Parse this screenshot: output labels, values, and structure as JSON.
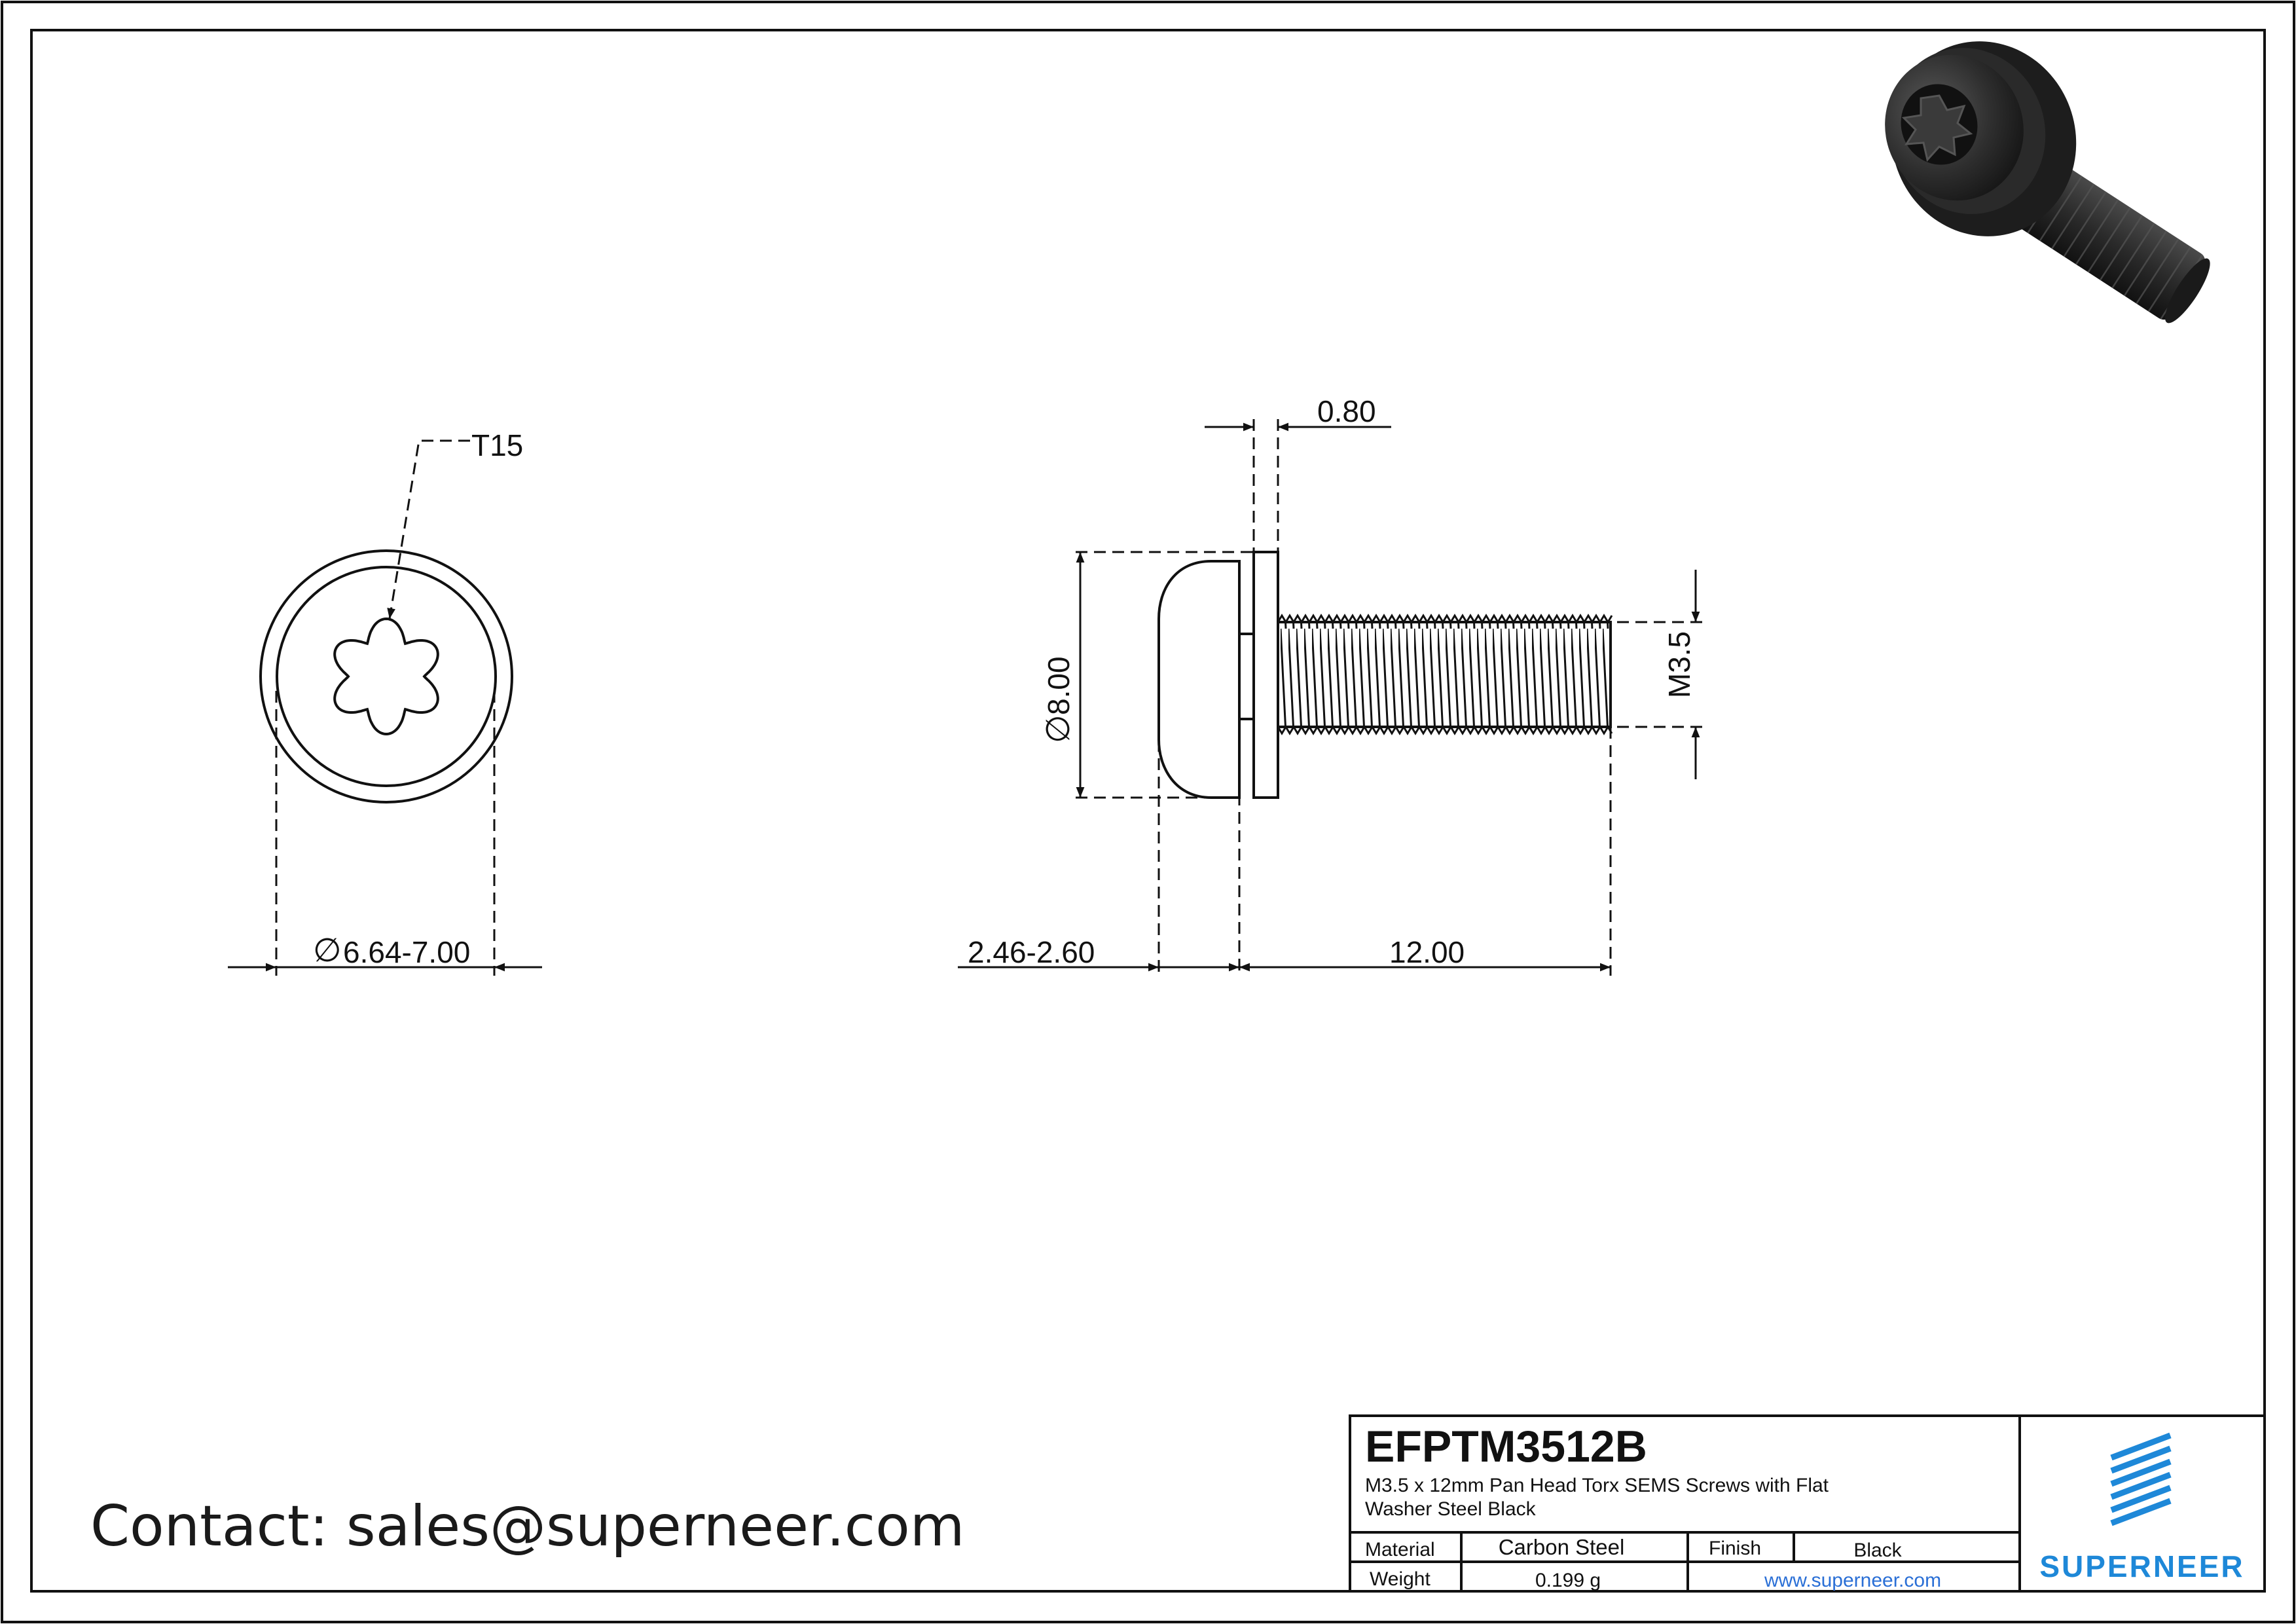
{
  "drawing": {
    "end_view": {
      "drive_label": "T15",
      "diameter_symbol": "∅",
      "head_diameter": "6.64-7.00"
    },
    "side_view": {
      "washer_thickness": "0.80",
      "diameter_symbol": "∅",
      "washer_diameter": "8.00",
      "head_height": "2.46-2.60",
      "length": "12.00",
      "thread": "M3.5"
    }
  },
  "contact": {
    "text": "Contact: sales@superneer.com"
  },
  "title_block": {
    "part_number": "EFPTM3512B",
    "description_line1": "M3.5 x 12mm Pan Head Torx SEMS Screws with Flat",
    "description_line2": "Washer Steel Black",
    "material_label": "Material",
    "material_value": "Carbon Steel",
    "finish_label": "Finish",
    "finish_value": "Black",
    "weight_label": "Weight",
    "weight_value": "0.199 g",
    "website": "www.superneer.com",
    "brand": "SUPERNEER"
  },
  "colors": {
    "line": "#111111",
    "brand_blue": "#1e88d8",
    "link_blue": "#2a6fd6",
    "screw_black": "#2b2b2b"
  }
}
